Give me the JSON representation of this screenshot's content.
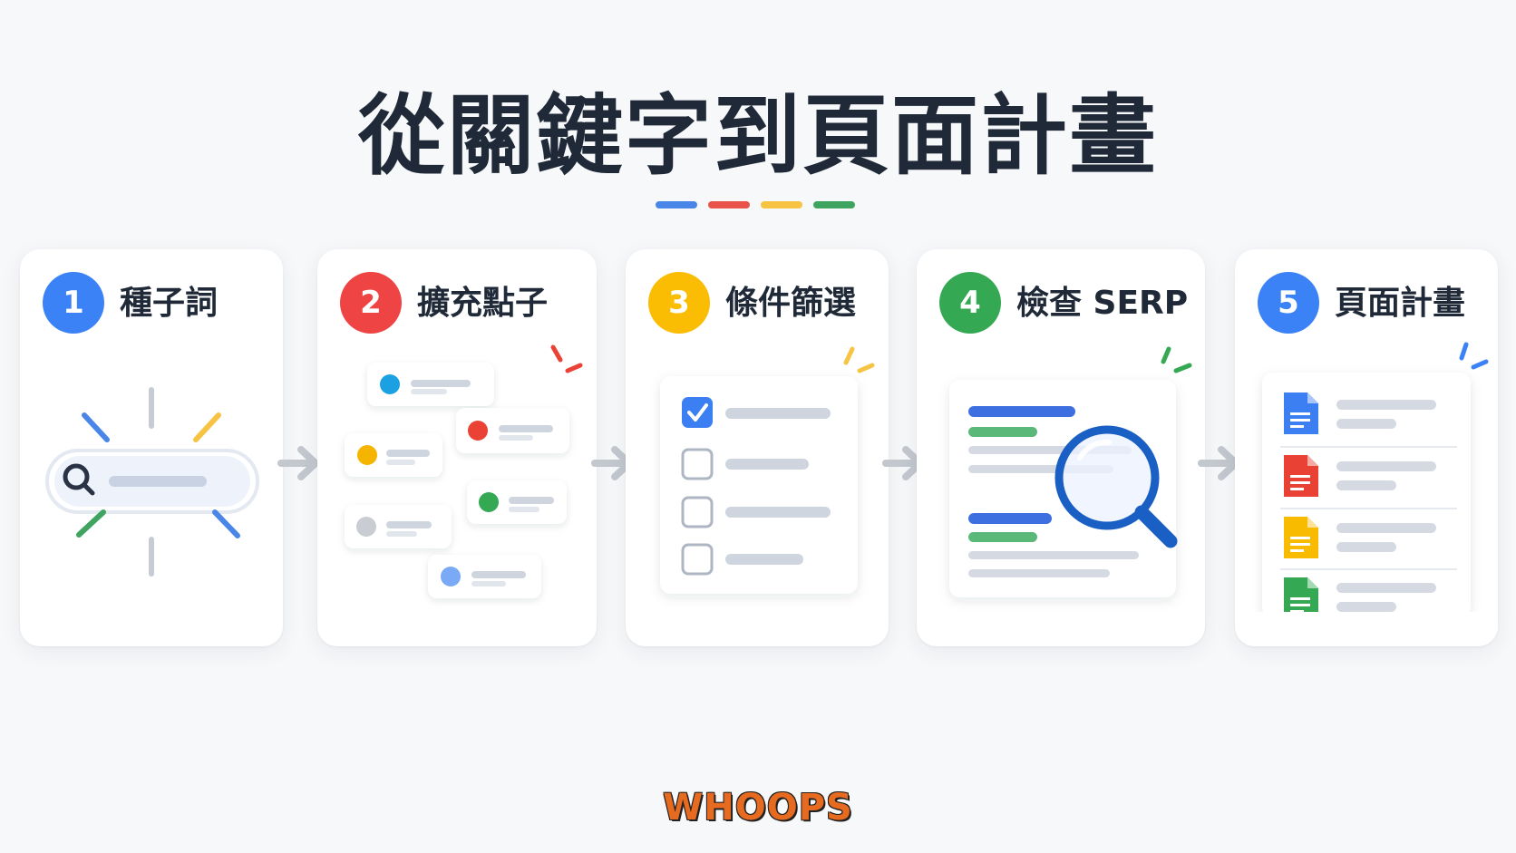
{
  "title": "從關鍵字到頁面計畫",
  "accent_colors": [
    "#4285f4",
    "#ea4335",
    "#fbbc04",
    "#34a853"
  ],
  "steps": [
    {
      "number": "1",
      "label": "種子詞",
      "color": "#3b82f6",
      "icon": "search-bar-icon"
    },
    {
      "number": "2",
      "label": "擴充點子",
      "color": "#ef4444",
      "icon": "idea-cards-icon"
    },
    {
      "number": "3",
      "label": "條件篩選",
      "color": "#fbbc04",
      "icon": "checklist-icon"
    },
    {
      "number": "4",
      "label": "檢查 SERP",
      "color": "#34a853",
      "icon": "serp-magnifier-icon"
    },
    {
      "number": "5",
      "label": "頁面計畫",
      "color": "#3b82f6",
      "icon": "documents-icon"
    }
  ],
  "brand": "WHOOPS"
}
